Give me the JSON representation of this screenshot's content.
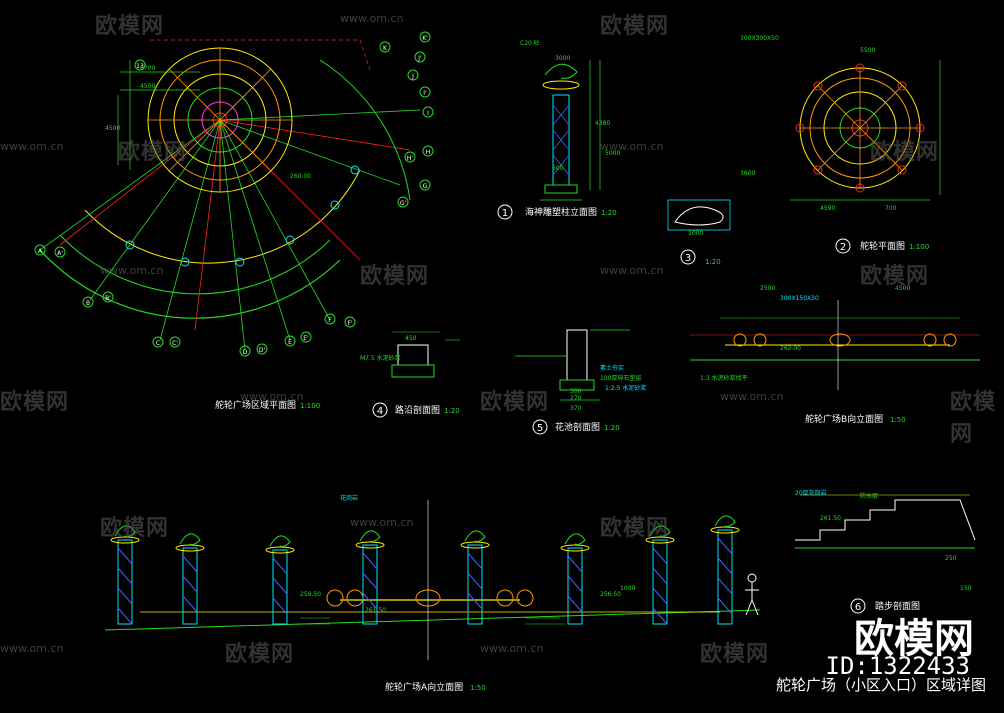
{
  "watermark": {
    "logo": "欧模网",
    "url": "www.om.cn"
  },
  "brand": {
    "name": "欧模网",
    "id": "ID:1322433"
  },
  "sheet_title": "舵轮广场（小区入口）区域详图",
  "colors": {
    "bg": "#000000",
    "green": "#22dd22",
    "yellow": "#ffee00",
    "cyan": "#00e5ff",
    "red": "#ff2020",
    "magenta": "#ff33ff",
    "white": "#ffffff",
    "orange": "#ff9900",
    "blue": "#3366ff"
  },
  "views": [
    {
      "num": "1",
      "title": "海神雕塑柱立面图",
      "scale": "1:20"
    },
    {
      "num": "2",
      "title": "舵轮平面图",
      "scale": "1:100"
    },
    {
      "num": "3",
      "title": "",
      "scale": "1:20"
    },
    {
      "num": "4",
      "title": "路沿剖面图",
      "scale": "1:20"
    },
    {
      "num": "5",
      "title": "花池剖面图",
      "scale": "1:20"
    },
    {
      "num": "6",
      "title": "踏步剖面图",
      "scale": ""
    },
    {
      "num": "",
      "title": "舵轮广场区域平面图",
      "scale": "1:100"
    },
    {
      "num": "",
      "title": "舵轮广场B向立面图",
      "scale": "1:50"
    },
    {
      "num": "",
      "title": "舵轮广场A向立面图",
      "scale": "1:50"
    }
  ],
  "axis_labels": [
    "A",
    "B",
    "C",
    "D",
    "E",
    "F",
    "G",
    "H",
    "I",
    "J",
    "K",
    "A'",
    "B'",
    "C'",
    "D'",
    "E'",
    "F'",
    "G'",
    "H'",
    "I'",
    "J'",
    "K'",
    "13"
  ],
  "dims": [
    "6700",
    "4500",
    "4500",
    "5500",
    "3600",
    "4500",
    "2500",
    "1000",
    "260.00",
    "261.50",
    "262.00",
    "259.50",
    "256.50",
    "261.50",
    "450",
    "370",
    "270",
    "300",
    "250",
    "150",
    "600",
    "3000",
    "4380",
    "5000",
    "4590",
    "1000",
    "700"
  ],
  "notes": [
    "C20 砼",
    "花岗岩",
    "300X300X50",
    "300X150X30",
    "M7.5 水泥砂浆",
    "素土夯实",
    "100厚碎石垫层",
    "1:2.5 水泥砂浆",
    "1:3 水泥砂浆找平",
    "20厚花岗岩",
    "防水层"
  ]
}
